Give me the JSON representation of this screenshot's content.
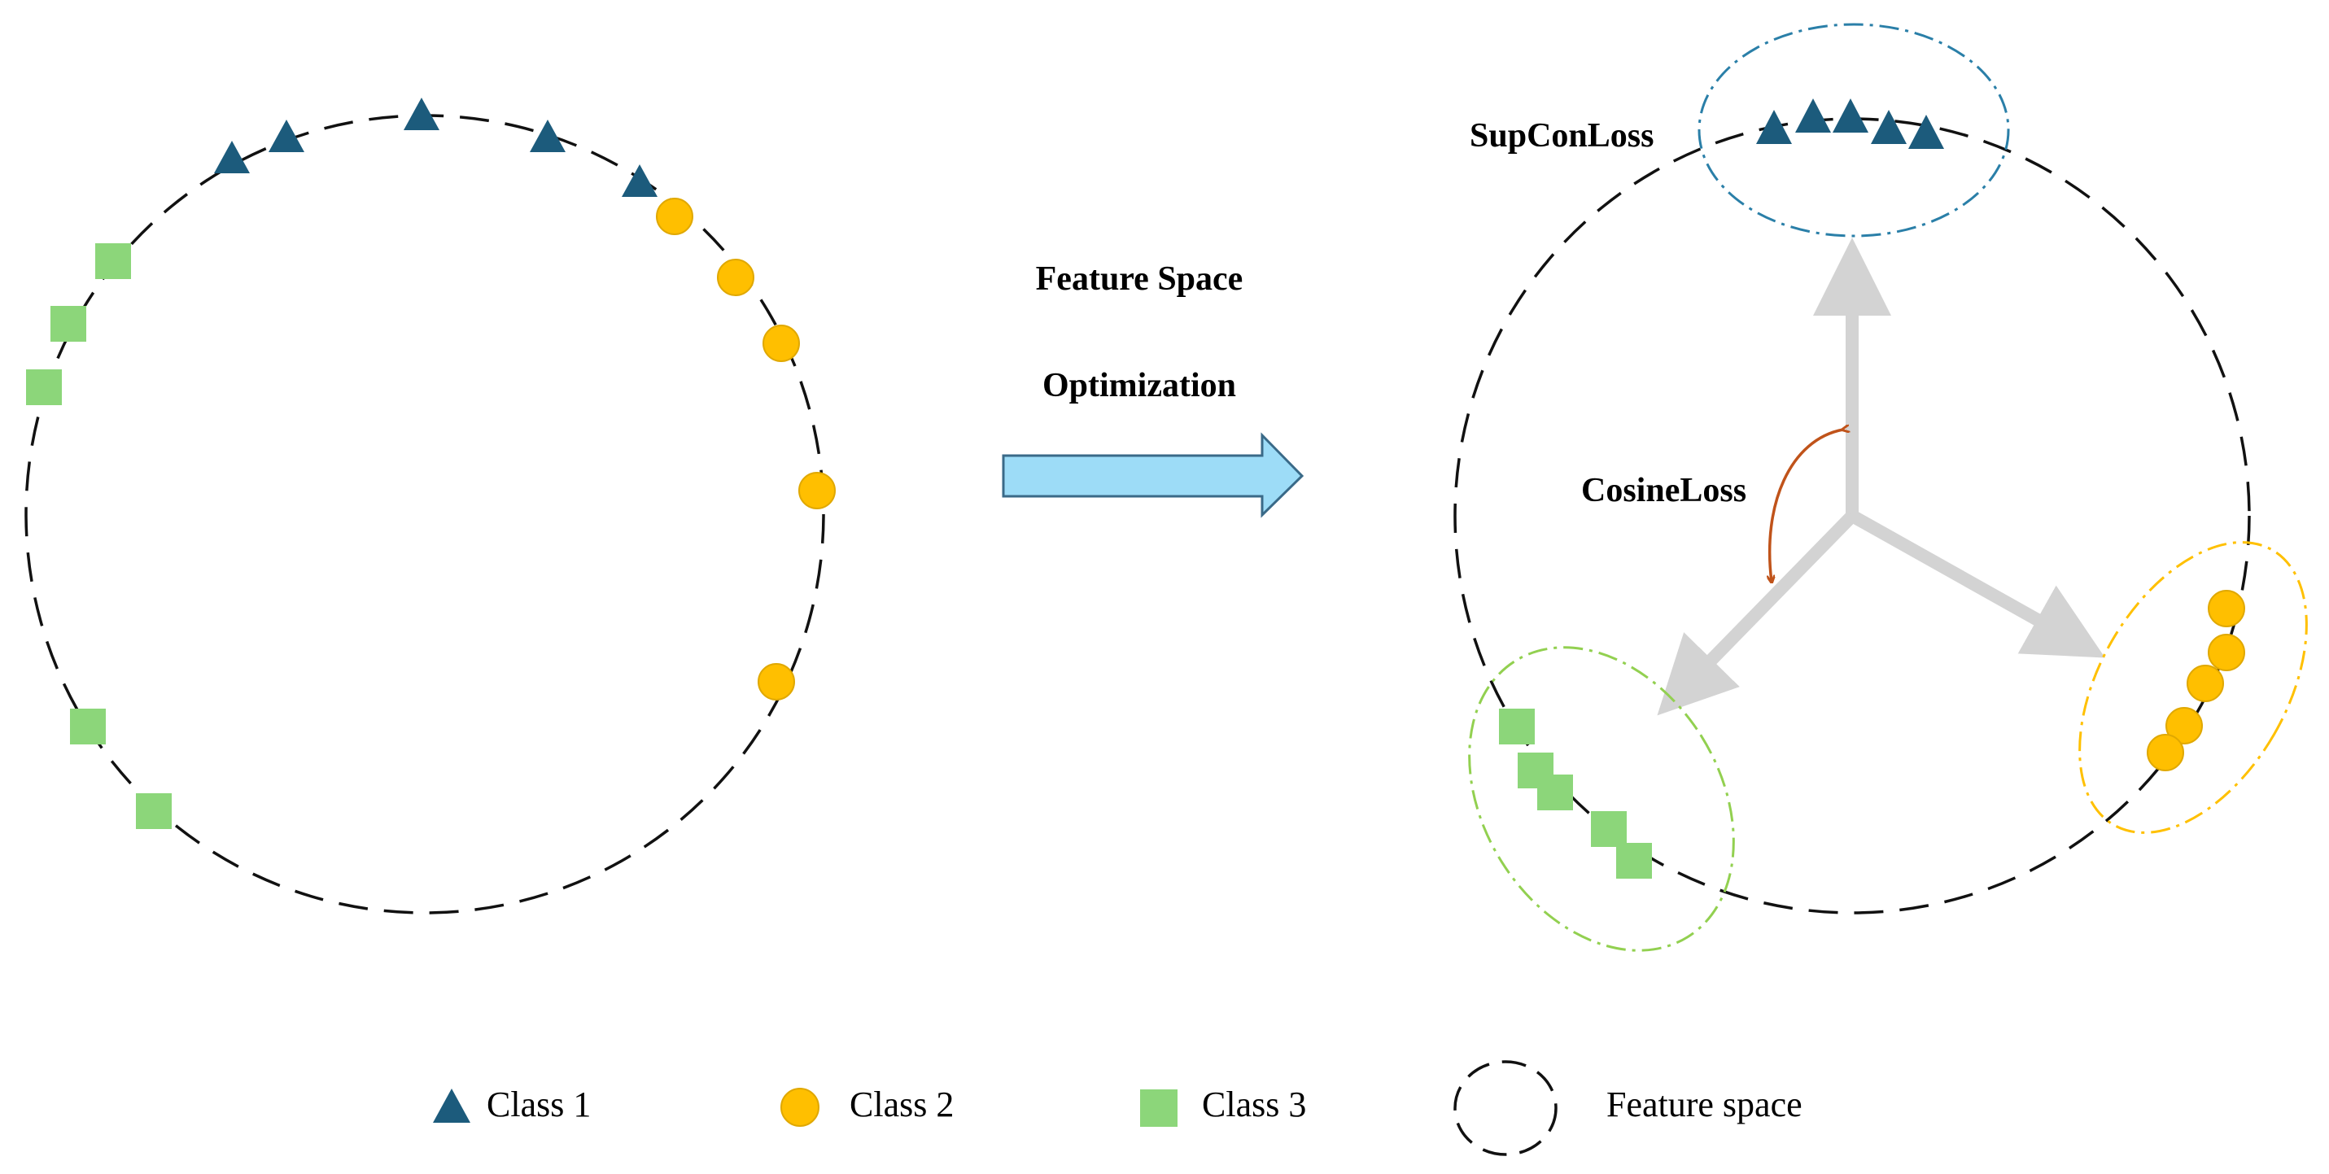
{
  "diagram": {
    "center": {
      "line1": "Feature Space",
      "line2": "Optimization"
    },
    "right_labels": {
      "supcon": "SupConLoss",
      "cosine": "CosineLoss"
    },
    "legend": {
      "class1": "Class 1",
      "class2": "Class 2",
      "class3": "Class 3",
      "feature_space": "Feature space"
    },
    "colors": {
      "class1": "#1c5b7c",
      "class2": "#ffbf00",
      "class3": "#8cd67a",
      "arrow_fill": "#9ddcf7",
      "arrow_stroke": "#3a6a88",
      "axis_gray": "#d3d3d3",
      "supcon_ellipse": "#2a7fa8",
      "class2_ellipse": "#ffc000",
      "class3_ellipse": "#92d050",
      "cosine_arc": "#c0531a"
    }
  }
}
